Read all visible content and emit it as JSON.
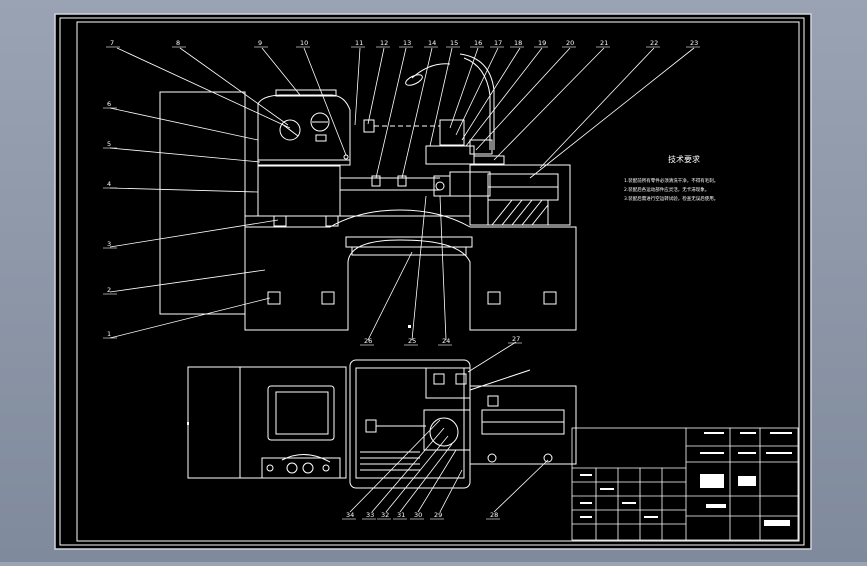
{
  "drawing": {
    "tech_req_title": "技术要求",
    "tech_req_lines": [
      "1.装配前所有零件必须清洗干净，不得有毛刺。",
      "2.装配后各运动部件应灵活，无卡滞现象。",
      "3.装配后需进行空运转试验，检查无误后使用。"
    ],
    "part_numbers_top": [
      "7",
      "8",
      "9",
      "10",
      "11",
      "12",
      "13",
      "14",
      "15",
      "16",
      "17",
      "18",
      "19",
      "20",
      "21",
      "22",
      "23"
    ],
    "part_numbers_left": [
      "6",
      "5",
      "4",
      "3",
      "2",
      "1"
    ],
    "part_numbers_bottom_top_view": [
      "26",
      "25",
      "24"
    ],
    "part_number_27": "27",
    "part_numbers_bottom_plan": [
      "34",
      "33",
      "32",
      "31",
      "30",
      "29"
    ],
    "part_number_28": "28",
    "colors": {
      "frame": "#000000",
      "line": "#ffffff",
      "accent": "#ffffff"
    }
  }
}
